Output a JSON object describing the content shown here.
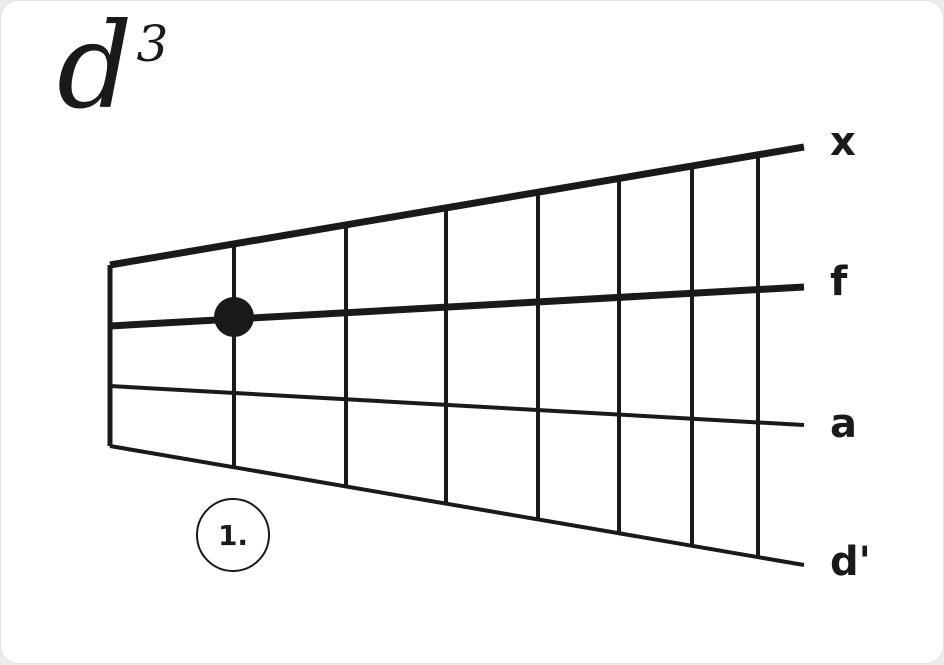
{
  "note": {
    "letter": "d",
    "octave": "3"
  },
  "strings": [
    {
      "label": "x",
      "thick": true
    },
    {
      "label": "f",
      "thick": true
    },
    {
      "label": "a",
      "thick": false
    },
    {
      "label": "d'",
      "thick": false
    }
  ],
  "fret_count": 7,
  "dot": {
    "string_index": 1,
    "fret": 1
  },
  "position_label": "1.",
  "ink_color": "#1a1a1a"
}
